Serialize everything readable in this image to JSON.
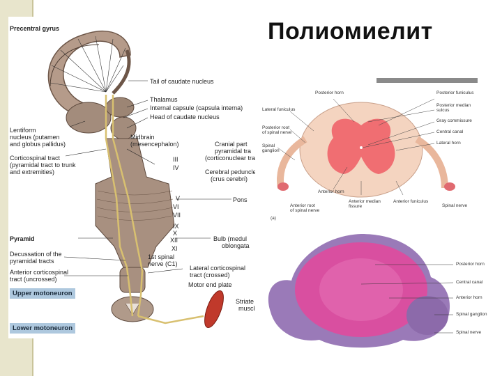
{
  "title": "Полиомиелит",
  "left_figure": {
    "labels": {
      "precentral": "Precentral gyrus",
      "tail_caudate": "Tail of caudate nucleus",
      "thalamus": "Thalamus",
      "internal_capsule": "Internal capsule (capsula interna)",
      "head_caudate": "Head of caudate nucleus",
      "lentiform_1": "Lentiform",
      "lentiform_2": "nucleus (putamen",
      "lentiform_3": "and globus pallidus)",
      "midbrain_1": "Midbrain",
      "midbrain_2": "(mesencephalon)",
      "corticospinal_1": "Corticospinal tract",
      "corticospinal_2": "(pyramidal tract to trunk",
      "corticospinal_3": "and extremities)",
      "cranial_1": "Cranial part",
      "cranial_2": "pyramidal tra",
      "cranial_3": "(corticonuclear tract)",
      "cerebral_1": "Cerebral peduncle",
      "cerebral_2": "(crus cerebri)",
      "pons": "Pons",
      "bulb_1": "Bulb (medul",
      "bulb_2": "oblongata",
      "pyramid": "Pyramid",
      "decussation_1": "Decussation of the",
      "decussation_2": "pyramidal tracts",
      "anterior_1": "Anterior corticospinal",
      "anterior_2": "tract (uncrossed)",
      "lateral_1": "Lateral corticospinal",
      "lateral_2": "tract (crossed)",
      "motor_end": "Motor end plate",
      "striated_1": "Striate",
      "striated_2": "muscle",
      "first_spinal_1": "1st spinal",
      "first_spinal_2": "nerve (C1)",
      "upper_box": "Upper motoneuron",
      "lower_box": "Lower motoneuron"
    },
    "numerals": [
      "III",
      "IV",
      "V",
      "VI",
      "VII",
      "IX",
      "X",
      "XII",
      "XI"
    ]
  },
  "right_top": {
    "labels": {
      "posterior_horn": "Posterior horn",
      "posterior_funiculus": "Posterior funiculus",
      "posterior_median_1": "Posterior median",
      "posterior_median_2": "sulcus",
      "gray_commissure": "Gray commissure",
      "central_canal": "Central canal",
      "lateral_horn": "Lateral horn",
      "lateral_funiculus": "Lateral funiculus",
      "posterior_root_1": "Posterior root",
      "posterior_root_2": "of spinal nerve",
      "spinal_ganglion_1": "Spinal",
      "spinal_ganglion_2": "ganglion",
      "anterior_horn": "Anterior horn",
      "anterior_root_1": "Anterior root",
      "anterior_root_2": "of spinal nerve",
      "anterior_median_1": "Anterior median",
      "anterior_median_2": "fissure",
      "anterior_funiculus": "Anterior funiculus",
      "spinal_nerve": "Spinal nerve",
      "panel": "(a)"
    }
  },
  "right_bottom": {
    "labels": {
      "posterior_horn": "Posterior horn",
      "central_canal": "Central canal",
      "anterior_horn": "Anterior horn",
      "spinal_ganglion": "Spinal ganglion",
      "spinal_nerve": "Spinal nerve"
    }
  },
  "colors": {
    "brain_tissue": "#a89080",
    "gray_matter_pink": "#f06e72",
    "histology_magenta": "#d94fa0",
    "histology_purple": "#9a7ab8",
    "box_blue": "#aec8de",
    "side_strip": "#e8e5cc"
  }
}
